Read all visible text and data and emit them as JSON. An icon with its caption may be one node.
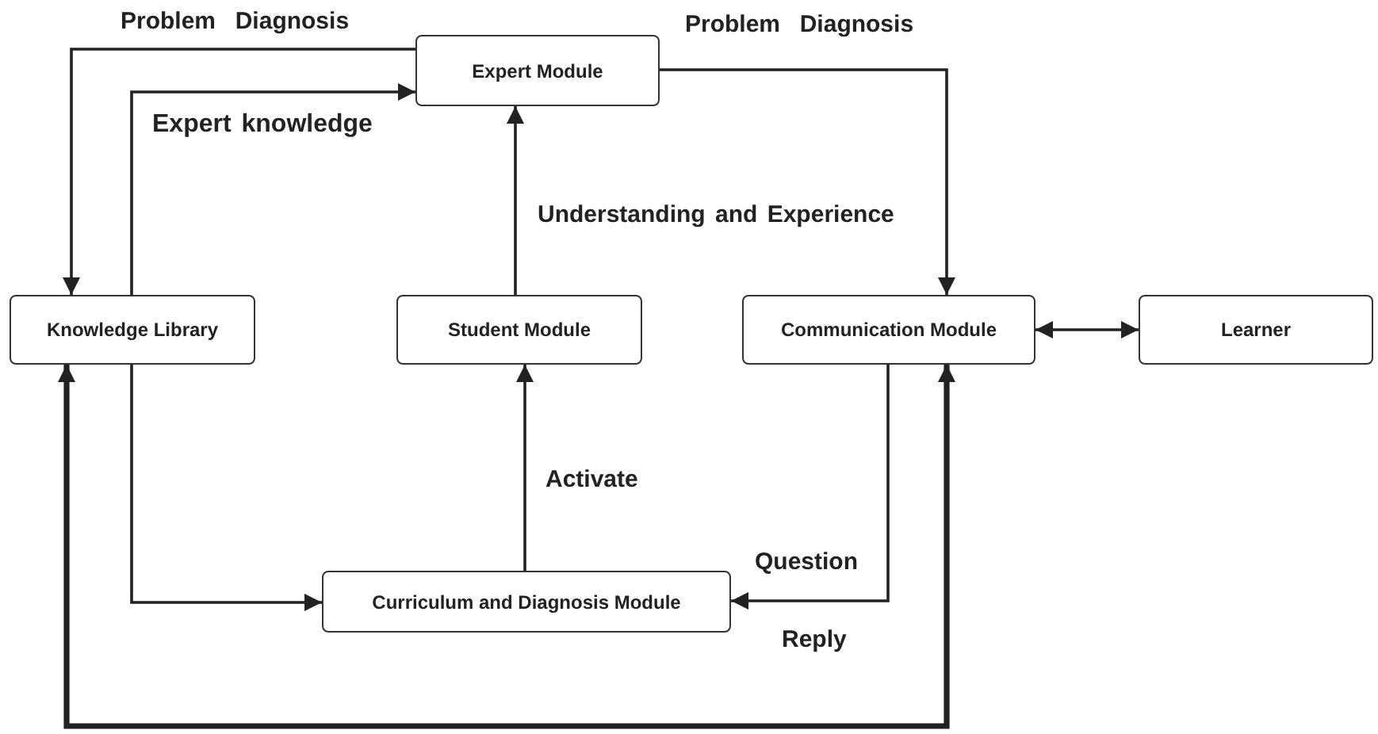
{
  "diagram": {
    "nodes": [
      {
        "text": [
          "Expert Module"
        ]
      },
      {
        "text": [
          "Knowledge Library"
        ]
      },
      {
        "text": [
          "Student Module"
        ]
      },
      {
        "text": [
          "Communication Module"
        ]
      },
      {
        "text": [
          "Learner"
        ]
      },
      {
        "text": [
          "Curriculum and Diagnosis Module"
        ]
      }
    ],
    "edges": [
      {
        "from": 0,
        "to": 1,
        "arrow": "to",
        "label": "Problem  Diagnosis"
      },
      {
        "from": 1,
        "to": 0,
        "arrow": "to",
        "label": "Expert knowledge"
      },
      {
        "from": 2,
        "to": 0,
        "arrow": "to",
        "label": "Understanding and Experience"
      },
      {
        "from": 0,
        "to": 3,
        "arrow": "to",
        "label": "Problem  Diagnosis"
      },
      {
        "from": 3,
        "to": 4,
        "arrow": "both"
      },
      {
        "from": 1,
        "to": 5,
        "arrow": "to"
      },
      {
        "from": 5,
        "to": 2,
        "arrow": "to",
        "label": "Activate"
      },
      {
        "from": 3,
        "to": 5,
        "arrow": "to",
        "label": "Question"
      },
      {
        "from": 1,
        "to": 3,
        "arrow": "both",
        "style": "thick",
        "label": "Reply"
      }
    ]
  }
}
